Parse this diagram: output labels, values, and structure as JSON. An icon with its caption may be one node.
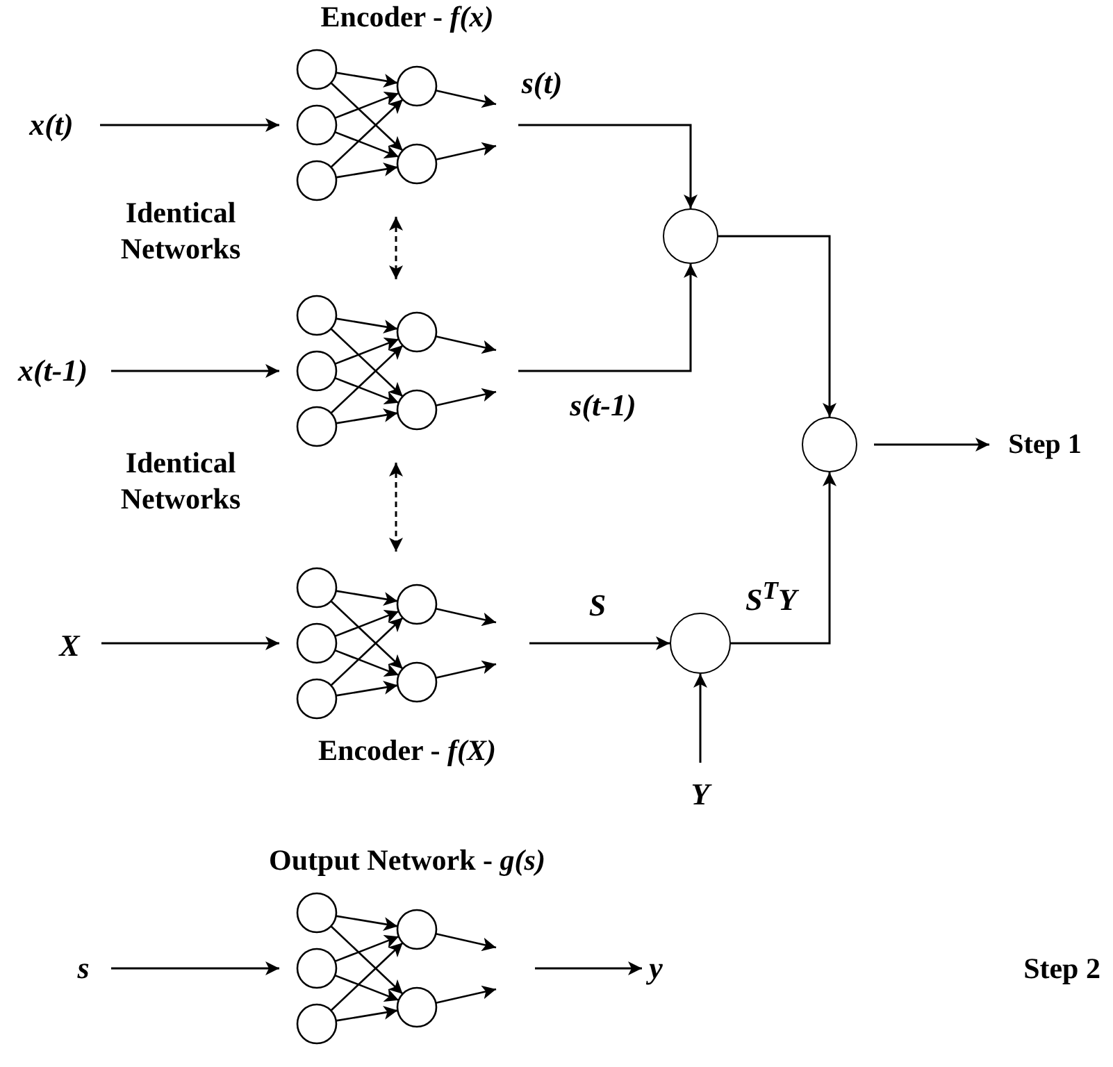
{
  "diagram": {
    "nodes": [
      {
        "text": [
          "x(t)"
        ]
      },
      {
        "text": [
          "Encoder - *f(x)*"
        ]
      },
      {
        "text": [
          "x(t-1)"
        ]
      },
      {
        "text": [],
        "shape": "network"
      },
      {
        "text": [
          "X"
        ]
      },
      {
        "text": [
          "Encoder - *f(X)*"
        ]
      },
      {
        "text": [],
        "shape": "circle"
      },
      {
        "text": [],
        "shape": "circle"
      },
      {
        "text": [],
        "shape": "circle"
      },
      {
        "text": [
          "Step 1"
        ]
      },
      {
        "text": [
          "Y"
        ]
      },
      {
        "text": [
          "s"
        ]
      },
      {
        "text": [
          "Output  Network - *g(s)*"
        ]
      },
      {
        "text": [
          "y"
        ]
      }
    ],
    "edges": [
      {
        "from": 0,
        "to": 1,
        "arrow": "to"
      },
      {
        "from": 2,
        "to": 3,
        "arrow": "to"
      },
      {
        "from": 4,
        "to": 5,
        "arrow": "to"
      },
      {
        "from": 1,
        "to": 3,
        "arrow": "both",
        "style": "dashed"
      },
      {
        "from": 3,
        "to": 5,
        "arrow": "both",
        "style": "dashed"
      },
      {
        "from": 1,
        "to": 6,
        "arrow": "to",
        "label": "s(t)"
      },
      {
        "from": 3,
        "to": 6,
        "arrow": "to",
        "label": "s(t-1)"
      },
      {
        "from": 5,
        "to": 8,
        "arrow": "to",
        "label": "S"
      },
      {
        "from": 8,
        "to": 7,
        "arrow": "to",
        "label": "S$^{T}$Y"
      },
      {
        "from": 6,
        "to": 7,
        "arrow": "to"
      },
      {
        "from": 7,
        "to": 9,
        "arrow": "to"
      },
      {
        "from": 10,
        "to": 8,
        "arrow": "to"
      },
      {
        "from": 11,
        "to": 12,
        "arrow": "to"
      },
      {
        "from": 12,
        "to": 13,
        "arrow": "to"
      }
    ],
    "labels": [
      "Identical Networks",
      "Identical Networks",
      "Step 2"
    ]
  }
}
